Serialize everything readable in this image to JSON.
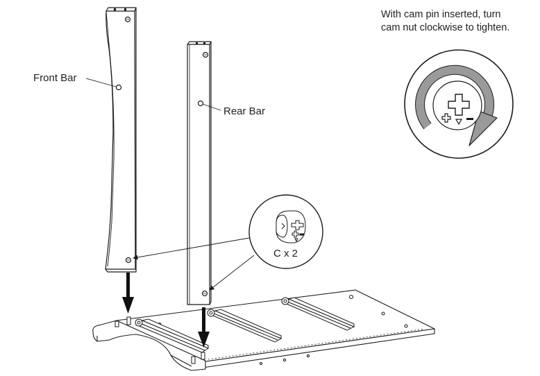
{
  "labels": {
    "front_bar": "Front Bar",
    "rear_bar": "Rear Bar",
    "quantity": "C x 2"
  },
  "instruction": {
    "line1": "With cam pin inserted, turn",
    "line2": "cam nut clockwise to tighten."
  },
  "icons": {
    "cam_nut_closeup": "cam-nut-icon",
    "clockwise_arrow": "clockwise-arrow-icon",
    "down_arrow": "down-arrow-icon"
  },
  "colors": {
    "line": "#1a1a1a",
    "fill": "#ffffff",
    "arrow_gray": "#9a9a9a",
    "circle_gray": "#d9d9d9"
  }
}
